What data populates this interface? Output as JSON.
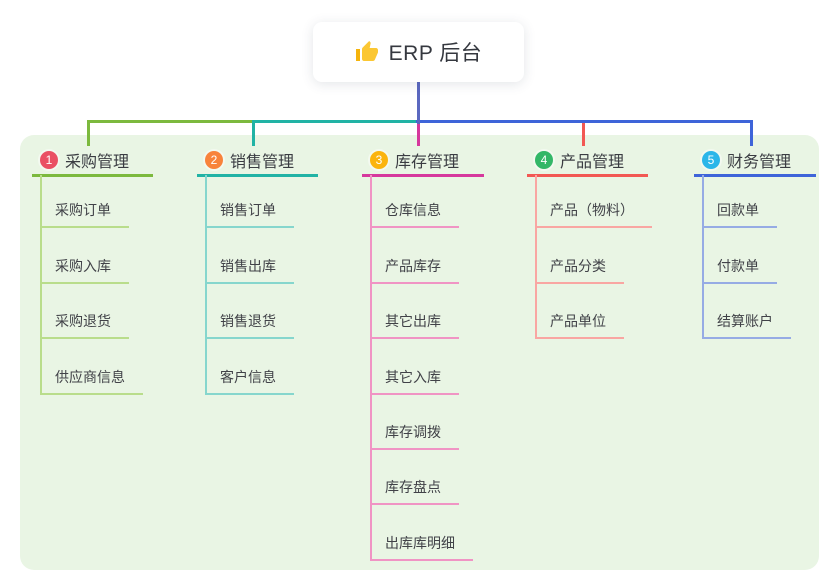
{
  "root": {
    "icon": "thumbs-up-icon",
    "title": "ERP 后台"
  },
  "colors": {
    "canvas": "#ffffff",
    "panel": "#e9f5e4",
    "stem": "#5b68c0",
    "card_bg": "#ffffff",
    "text": "#3f4045",
    "thumb": "#f5b40d"
  },
  "branches": [
    {
      "badge": "1",
      "label": "采购管理",
      "colors": {
        "badge": "#ea5064",
        "main": "#7cb93e",
        "light": "#b9dd8b"
      },
      "children": [
        "采购订单",
        "采购入库",
        "采购退货",
        "供应商信息"
      ]
    },
    {
      "badge": "2",
      "label": "销售管理",
      "colors": {
        "badge": "#f8833b",
        "main": "#21b3a5",
        "light": "#86d6cd"
      },
      "children": [
        "销售订单",
        "销售出库",
        "销售退货",
        "客户信息"
      ]
    },
    {
      "badge": "3",
      "label": "库存管理",
      "colors": {
        "badge": "#fbb40e",
        "main": "#d6389d",
        "light": "#f094c4"
      },
      "children": [
        "仓库信息",
        "产品库存",
        "其它出库",
        "其它入库",
        "库存调拨",
        "库存盘点",
        "出库库明细"
      ]
    },
    {
      "badge": "4",
      "label": "产品管理",
      "colors": {
        "badge": "#33b767",
        "main": "#f25853",
        "light": "#f9a6a2"
      },
      "children": [
        "产品（物料）",
        "产品分类",
        "产品单位"
      ]
    },
    {
      "badge": "5",
      "label": "财务管理",
      "colors": {
        "badge": "#2cb6e9",
        "main": "#3e64d9",
        "light": "#96abe4"
      },
      "children": [
        "回款单",
        "付款单",
        "结算账户"
      ]
    }
  ]
}
